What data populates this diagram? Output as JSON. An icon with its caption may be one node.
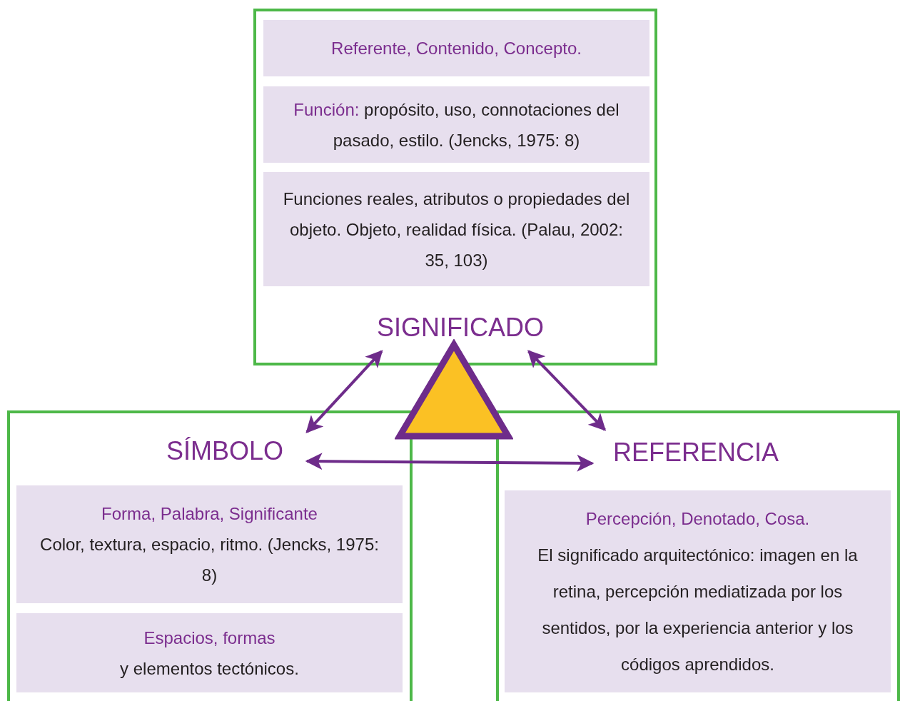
{
  "diagram": {
    "nodes": [
      {
        "text": [],
        "shape": "box"
      },
      {
        "text": [
          "Referente, Contenido, Concepto."
        ],
        "in": 0
      },
      {
        "text": [
          "Función:",
          "propósito, uso, connotaciones del pasado, estilo. (Jencks, 1975: 8)"
        ],
        "in": 0
      },
      {
        "text": [
          "Funciones reales, atributos o propiedades del objeto. Objeto, realidad física. (Palau, 2002: 35, 103)"
        ],
        "in": 0
      },
      {
        "text": [
          "SIGNIFICADO"
        ],
        "in": 0
      },
      {
        "text": [],
        "shape": "triangle"
      },
      {
        "text": [],
        "shape": "box"
      },
      {
        "text": [
          "SÍMBOLO"
        ],
        "in": 6
      },
      {
        "text": [
          "Forma, Palabra, Significante",
          "Color, textura, espacio, ritmo. (Jencks, 1975: 8)"
        ],
        "in": 6
      },
      {
        "text": [
          "Espacios, formas",
          "y elementos tectónicos."
        ],
        "in": 6
      },
      {
        "text": [],
        "shape": "box"
      },
      {
        "text": [
          "REFERENCIA"
        ],
        "in": 10
      },
      {
        "text": [
          "Percepción, Denotado, Cosa.",
          "El significado arquitectónico: imagen en la retina, percepción mediatizada por los sentidos, por la experiencia anterior y los códigos aprendidos."
        ],
        "in": 10
      }
    ],
    "edges": [
      {
        "from": 4,
        "to": 7,
        "arrow": "both"
      },
      {
        "from": 4,
        "to": 11,
        "arrow": "both"
      },
      {
        "from": 7,
        "to": 11,
        "arrow": "both"
      }
    ]
  }
}
